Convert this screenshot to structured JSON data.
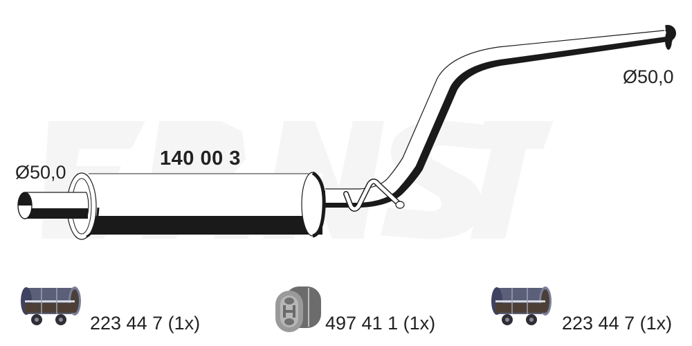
{
  "diagram": {
    "type": "exhaust-system-part-drawing",
    "watermark": "ERNST",
    "main_part": {
      "name": "middle-silencer",
      "part_number": "140 00 3"
    },
    "dimensions": {
      "inlet_diameter": "Ø50,0",
      "outlet_diameter": "Ø50,0"
    },
    "accessories": [
      {
        "name": "pipe-clamp",
        "label": "223 44 7 (1x)"
      },
      {
        "name": "rubber-mount",
        "label": "497 41 1 (1x)"
      },
      {
        "name": "pipe-clamp",
        "label": "223 44 7 (1x)"
      }
    ],
    "colors": {
      "line": "#1a1a1a",
      "shadow": "#1a1a1a",
      "watermark": "#f6f6f6",
      "text": "#222222"
    }
  }
}
